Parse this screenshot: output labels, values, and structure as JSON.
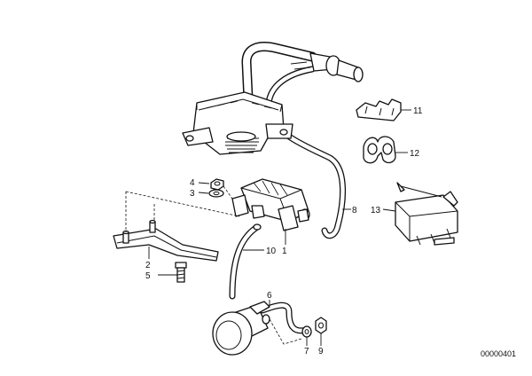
{
  "callouts": {
    "c1": "1",
    "c2": "2",
    "c3": "3",
    "c4": "4",
    "c5": "5",
    "c6": "6",
    "c7": "7",
    "c8": "8",
    "c9": "9",
    "c10": "10",
    "c11": "11",
    "c12": "12",
    "c13": "13"
  },
  "reference_number": "00000401"
}
